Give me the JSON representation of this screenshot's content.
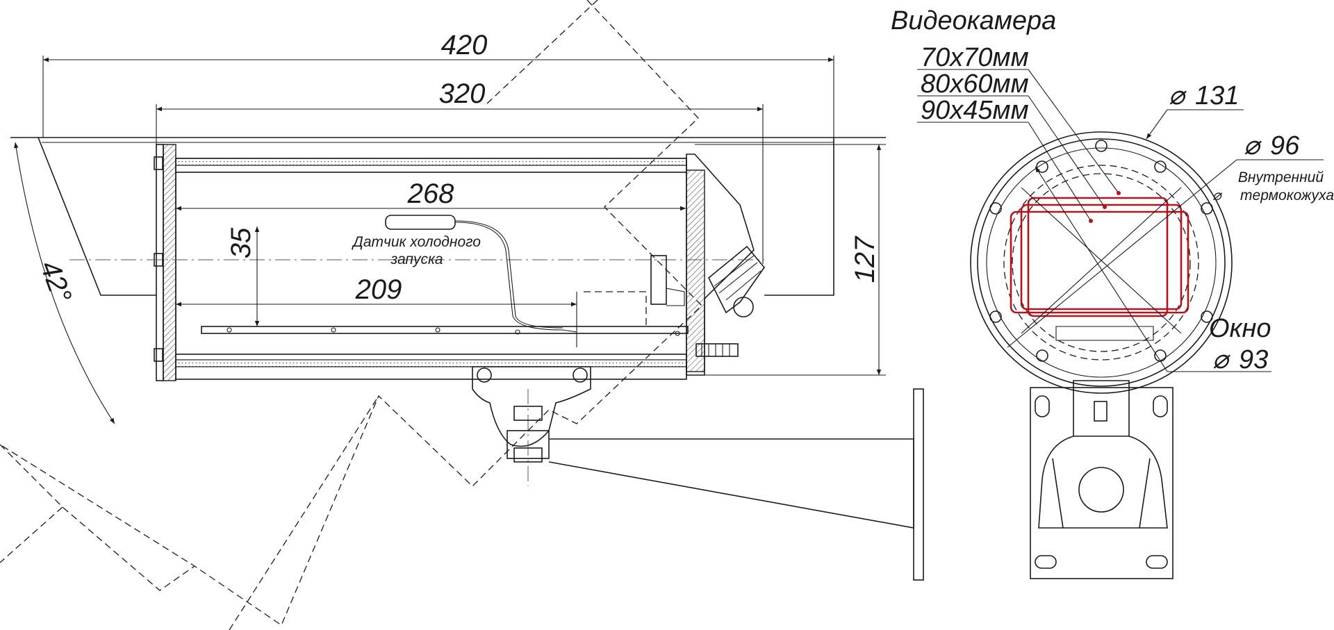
{
  "side_view": {
    "dim_total_length": "420",
    "dim_housing_length": "320",
    "dim_inner_length": "268",
    "dim_plate_length": "209",
    "dim_height": "127",
    "dim_plate_offset": "35",
    "angle_label": "42°",
    "sensor_label_line1": "Датчик холодного",
    "sensor_label_line2": "запуска"
  },
  "front_view": {
    "camera_title": "Видеокамера",
    "camera_sizes": [
      "70х70мм",
      "80х60мм",
      "90х45мм"
    ],
    "outer_diameter": "131",
    "inner_diameter": "96",
    "inner_caption_line1": "Внутренний",
    "inner_caption_line2": "термокожуха",
    "window_title": "Окно",
    "window_diameter": "93",
    "diameter_symbol": "⌀",
    "highlight_color": "#b3141c"
  }
}
